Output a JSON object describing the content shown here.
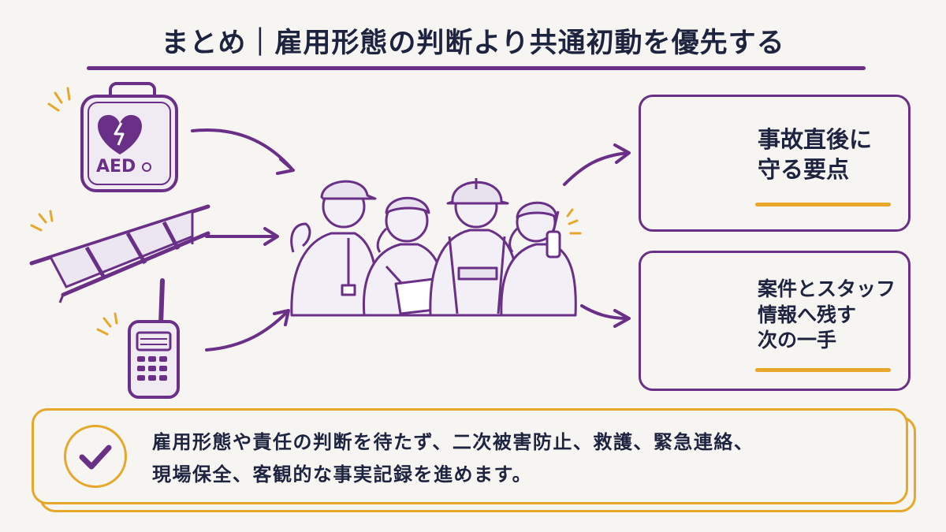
{
  "title": "まとめ｜雇用形態の判断より共通初動を優先する",
  "icons": {
    "aed_label": "AED",
    "items": [
      "aed-icon",
      "stretcher-icon",
      "walkie-talkie-icon",
      "workers-group-illustration"
    ]
  },
  "cards": [
    {
      "lines": [
        "事故直後に",
        "守る要点"
      ],
      "icon": "checklist-clipboard-icon"
    },
    {
      "lines": [
        "案件とスタッフ",
        "情報へ残す",
        "次の一手"
      ],
      "icon": "profile-document-icon"
    }
  ],
  "summary": {
    "lines": [
      "雇用形態や責任の判断を待たず、二次被害防止、救護、緊急連絡、",
      "現場保全、客観的な事実記録を進めます。"
    ],
    "icon": "check-icon"
  },
  "colors": {
    "navy": "#1e2440",
    "purple": "#6a2f86",
    "gold": "#e6a72a",
    "background": "#f6f5f1"
  }
}
